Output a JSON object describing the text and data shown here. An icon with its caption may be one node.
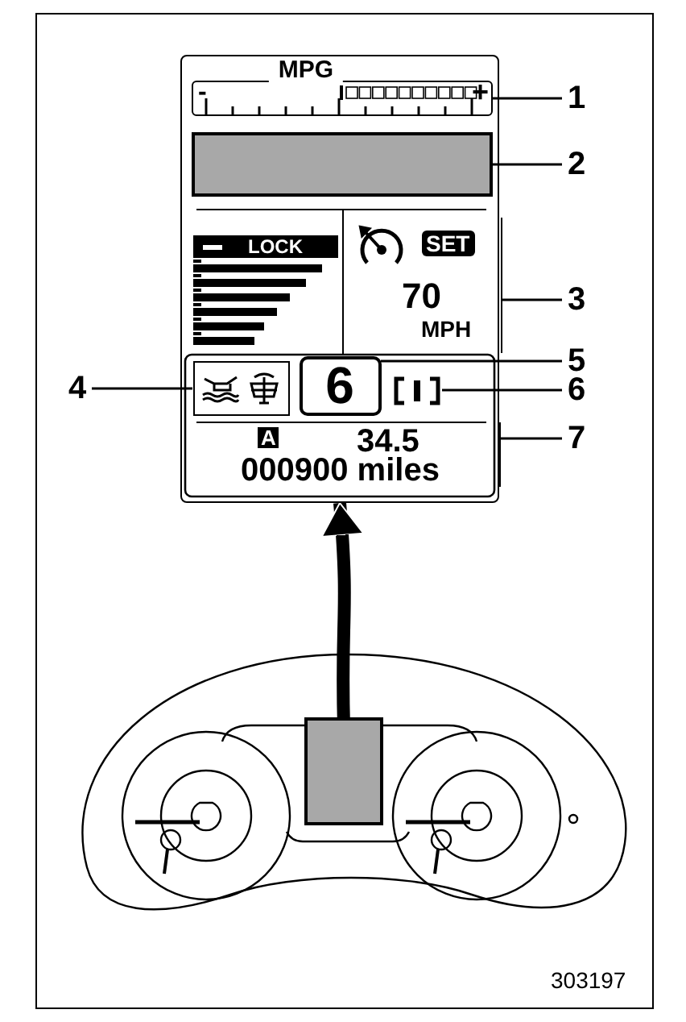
{
  "diagram": {
    "nodes": [
      {
        "text": [
          "1"
        ]
      },
      {
        "text": [
          "2"
        ]
      },
      {
        "text": [
          "3"
        ]
      },
      {
        "text": [
          "4"
        ]
      },
      {
        "text": [
          "5"
        ]
      },
      {
        "text": [
          "6"
        ]
      },
      {
        "text": [
          "7"
        ]
      },
      {
        "text": [],
        "shape": "box"
      },
      {
        "text": [],
        "shape": "bar",
        "in": 7
      },
      {
        "text": [],
        "shape": "bar",
        "in": 7
      },
      {
        "text": [
          "SET",
          "70",
          "MPH"
        ],
        "in": 7
      },
      {
        "text": [],
        "shape": "box",
        "in": 7
      },
      {
        "text": [
          "6"
        ],
        "in": 7
      },
      {
        "text": [],
        "shape": "box",
        "in": 7
      },
      {
        "text": [
          "34.5",
          "000900 miles"
        ],
        "in": 7
      },
      {
        "text": [],
        "shape": "picture"
      },
      {
        "text": [],
        "shape": "box",
        "in": 15
      }
    ],
    "edges": [
      {
        "from": 0,
        "to": 8,
        "arrow": "none"
      },
      {
        "from": 1,
        "to": 9,
        "arrow": "none"
      },
      {
        "from": 2,
        "to": 10,
        "arrow": "none"
      },
      {
        "from": 3,
        "to": 11,
        "arrow": "none"
      },
      {
        "from": 4,
        "to": 12,
        "arrow": "none"
      },
      {
        "from": 5,
        "to": 13,
        "arrow": "none"
      },
      {
        "from": 6,
        "to": 14,
        "arrow": "none"
      },
      {
        "from": 16,
        "to": 7,
        "arrow": "to",
        "style": "thick"
      }
    ],
    "labels": [
      "MPG",
      "-",
      "+",
      "LOCK",
      "A",
      "303197"
    ]
  }
}
